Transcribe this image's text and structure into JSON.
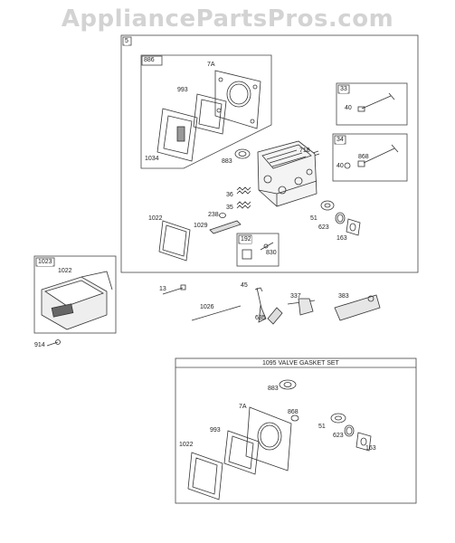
{
  "watermark": "AppliancePartsPros.com",
  "boxes": {
    "main": "5",
    "gasket_kit": "886",
    "exhaust_valve": "33",
    "intake_valve": "34",
    "breather": "192",
    "cover_assembly": "1023",
    "valve_gasket_set": "1095 VALVE GASKET SET"
  },
  "parts": {
    "p7a_top": "7A",
    "p993_top": "993",
    "p1034": "1034",
    "p883_top": "883",
    "p718": "718",
    "p40_a": "40",
    "p868_top": "868",
    "p40_b": "40",
    "p36": "36",
    "p35": "35",
    "p238": "238",
    "p1029": "1029",
    "p1022_top": "1022",
    "p51_top": "51",
    "p623_top": "623",
    "p163_top": "163",
    "p830": "830",
    "p1022_cover": "1022",
    "p914": "914",
    "p13": "13",
    "p45": "45",
    "p1026": "1026",
    "p337": "337",
    "p383": "383",
    "p635": "635",
    "p883_bot": "883",
    "p7a_bot": "7A",
    "p868_bot": "868",
    "p51_bot": "51",
    "p993_bot": "993",
    "p623_bot": "623",
    "p1022_bot": "1022",
    "p163_bot": "163"
  }
}
